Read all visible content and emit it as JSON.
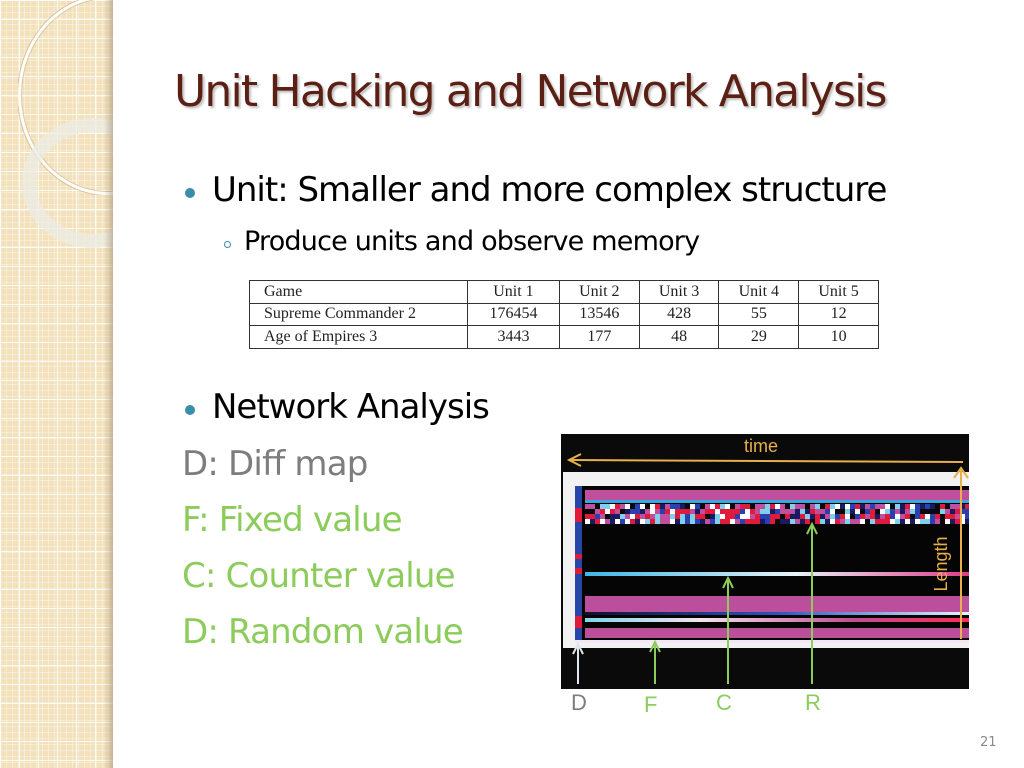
{
  "slide": {
    "title": "Unit Hacking and Network Analysis",
    "page_number": "21"
  },
  "bullets": [
    {
      "text": "Unit: Smaller and more complex structure",
      "sub": [
        "Produce units and observe memory"
      ]
    },
    {
      "text": "Network Analysis"
    }
  ],
  "table": {
    "headers": [
      "Game",
      "Unit 1",
      "Unit 2",
      "Unit 3",
      "Unit 4",
      "Unit 5"
    ],
    "rows": [
      [
        "Supreme Commander 2",
        "176454",
        "13546",
        "428",
        "55",
        "12"
      ],
      [
        "Age of Empires 3",
        "3443",
        "177",
        "48",
        "29",
        "10"
      ]
    ]
  },
  "legend": [
    {
      "text": "D: Diff map",
      "color": "#7d7d7d"
    },
    {
      "text": "F: Fixed value",
      "color": "#8ccc5a"
    },
    {
      "text": "C: Counter value",
      "color": "#8ccc5a"
    },
    {
      "text": "D: Random value",
      "color": "#8ccc5a"
    }
  ],
  "figure": {
    "time_label": "time",
    "length_label": "Length",
    "markers": [
      {
        "label": "D",
        "color": "#7d7d7d"
      },
      {
        "label": "F",
        "color": "#8ccc5a"
      },
      {
        "label": "C",
        "color": "#8ccc5a"
      },
      {
        "label": "R",
        "color": "#8ccc5a"
      }
    ]
  },
  "colors": {
    "title": "#5b1f14",
    "bullet": "#3b8ea8",
    "annotation_orange": "#e8b04a",
    "arrow_green": "#8ccc5a",
    "magenta_band": "#b84fa0"
  }
}
